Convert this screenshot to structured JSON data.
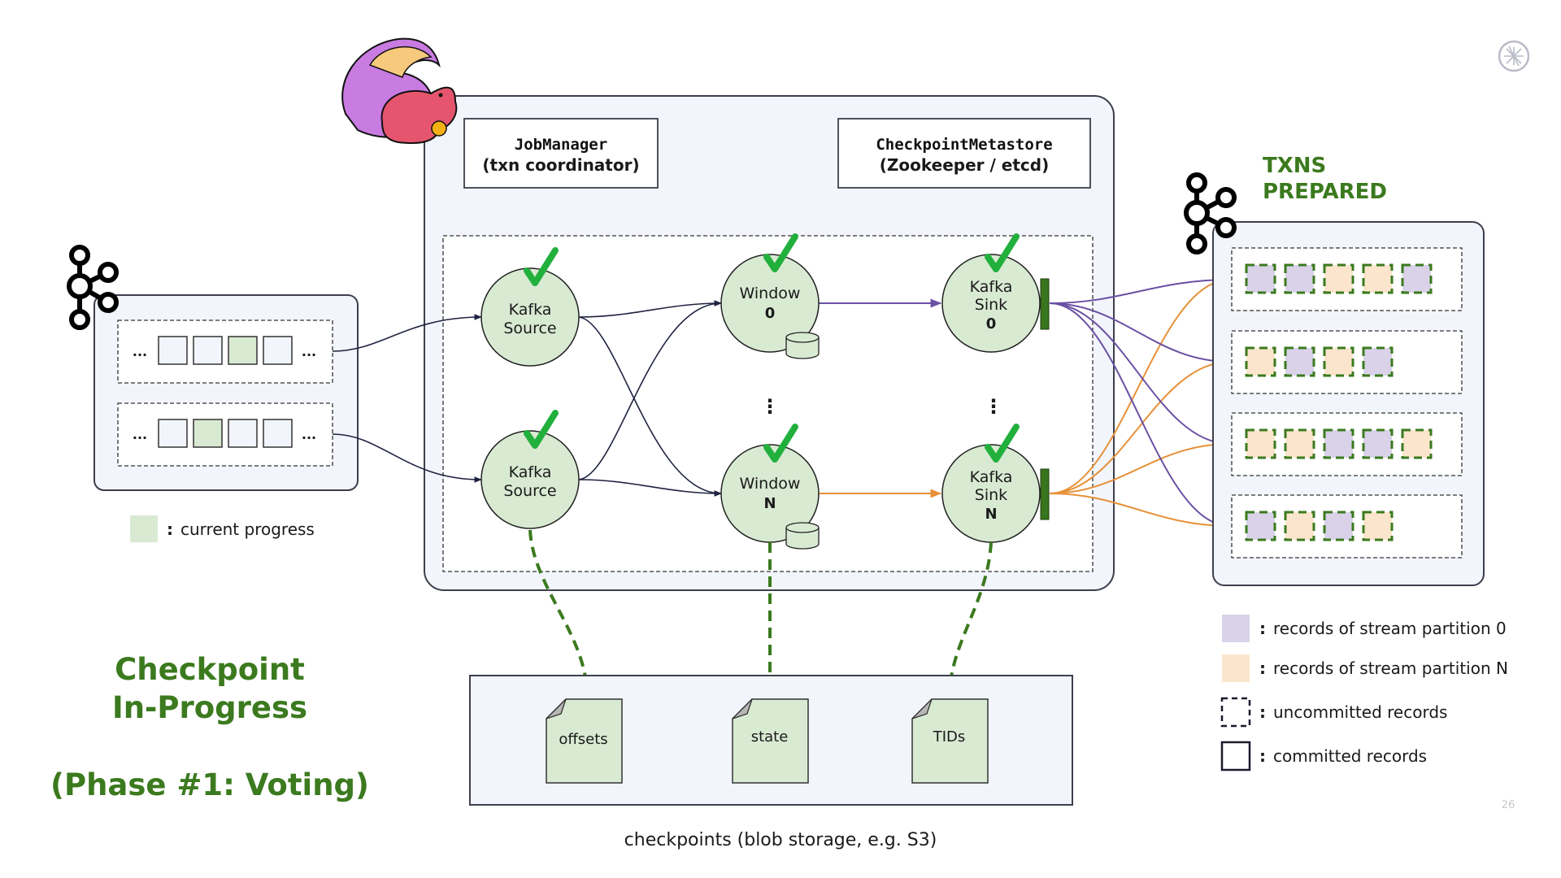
{
  "colors": {
    "panel_bg": "#f2f5fc",
    "border": "#3d3f4d",
    "node_fill": "#d9ead3",
    "progress_green": "#d9ead3",
    "check_green": "#22b03c",
    "title_green": "#3b7a1e",
    "dashed_green": "#3b7a1e",
    "sink_bar": "#38761d",
    "partition0": "#d9d2e9",
    "partitionN": "#fce5cd",
    "purple_line": "#6a51a3",
    "orange_line": "#e69138",
    "doc_fold": "#b7b7b7"
  },
  "logo_icon": "flink-squirrel-logo",
  "corner_icon": "confluent-logo",
  "job_manager": {
    "line1": "JobManager",
    "line2": "(txn coordinator)"
  },
  "metastore": {
    "line1": "CheckpointMetastore",
    "line2": "(Zookeeper / etcd)"
  },
  "source_partitions": [
    {
      "ellipsis_left": "...",
      "ellipsis_right": "...",
      "records": [
        "empty",
        "empty",
        "progress",
        "empty"
      ]
    },
    {
      "ellipsis_left": "...",
      "ellipsis_right": "...",
      "records": [
        "empty",
        "progress",
        "empty",
        "empty"
      ]
    }
  ],
  "progress_legend": {
    "colon": ":",
    "label": "current progress"
  },
  "nodes": {
    "source0": {
      "line1": "Kafka",
      "line2": "Source",
      "checked": true
    },
    "sourceN": {
      "line1": "Kafka",
      "line2": "Source",
      "checked": true
    },
    "window0": {
      "line1": "Window",
      "line2": "0",
      "checked": true
    },
    "windowN": {
      "line1": "Window",
      "line2": "N",
      "checked": true
    },
    "sink0": {
      "line1": "Kafka",
      "line2": "Sink",
      "line3": "0",
      "checked": true
    },
    "sinkN": {
      "line1": "Kafka",
      "line2": "Sink",
      "line3": "N",
      "checked": true
    }
  },
  "ellipsis_vertical": "⋮",
  "txns_status": {
    "line1": "TXNS",
    "line2": "PREPARED"
  },
  "sink_partitions": [
    [
      "p0",
      "p0",
      "pN",
      "pN",
      "p0"
    ],
    [
      "pN",
      "p0",
      "pN",
      "p0"
    ],
    [
      "pN",
      "pN",
      "p0",
      "p0",
      "pN"
    ],
    [
      "p0",
      "pN",
      "p0",
      "pN"
    ]
  ],
  "checkpoint_files": [
    {
      "label": "offsets"
    },
    {
      "label": "state"
    },
    {
      "label": "TIDs"
    }
  ],
  "checkpoint_caption": "checkpoints (blob storage, e.g. S3)",
  "legend": [
    {
      "type": "partition0",
      "colon": ":",
      "label": "records of stream partition 0"
    },
    {
      "type": "partitionN",
      "colon": ":",
      "label": "records of stream partition N"
    },
    {
      "type": "uncommitted",
      "colon": ":",
      "label": "uncommitted records"
    },
    {
      "type": "committed",
      "colon": ":",
      "label": "committed records"
    }
  ],
  "slide_title": {
    "line1": "Checkpoint",
    "line2": "In-Progress",
    "line3": "(Phase #1: Voting)"
  },
  "page_number": "26"
}
